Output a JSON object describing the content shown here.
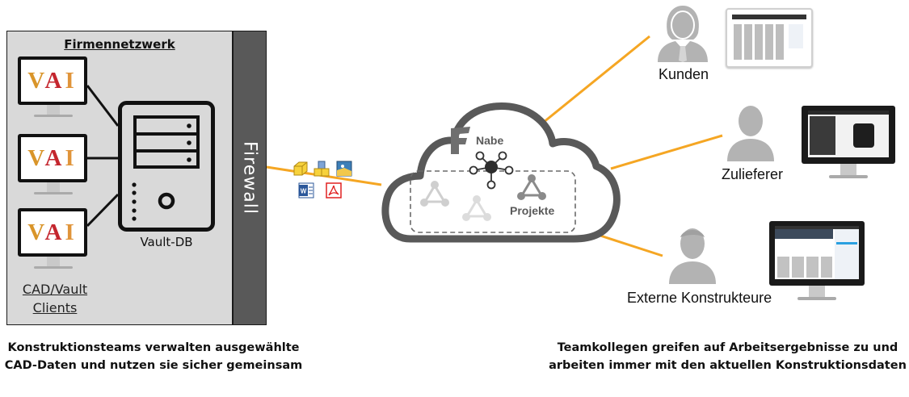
{
  "network": {
    "title": "Firmennetzwerk",
    "clients_label_line1": "CAD/Vault",
    "clients_label_line2": "Clients",
    "server_label": "Vault-DB",
    "monitor_logo": {
      "v": "V",
      "a": "A",
      "i": "I"
    },
    "firewall_label": "Firewall"
  },
  "transfer_icons": [
    "part-file-icon",
    "assembly-file-icon",
    "drawing-file-icon",
    "word-document-icon",
    "pdf-document-icon"
  ],
  "cloud": {
    "hub_label": "Nabe",
    "projects_label": "Projekte",
    "app_logo": "F"
  },
  "external": [
    {
      "label": "Kunden",
      "device": "tablet"
    },
    {
      "label": "Zulieferer",
      "device": "monitor"
    },
    {
      "label": "Externe Konstrukteure",
      "device": "monitor"
    }
  ],
  "captions": {
    "left_line1": "Konstruktionsteams verwalten ausgewählte",
    "left_line2": "CAD-Daten und nutzen sie sicher gemeinsam",
    "right_line1": "Teamkollegen greifen auf Arbeitsergebnisse zu und",
    "right_line2": "arbeiten immer mit den aktuellen Konstruktionsdaten"
  },
  "colors": {
    "connector": "#f5a623",
    "network_bg": "#d9d9d9",
    "firewall_bg": "#595959",
    "cloud_outline": "#595959",
    "person": "#b3b3b3"
  }
}
